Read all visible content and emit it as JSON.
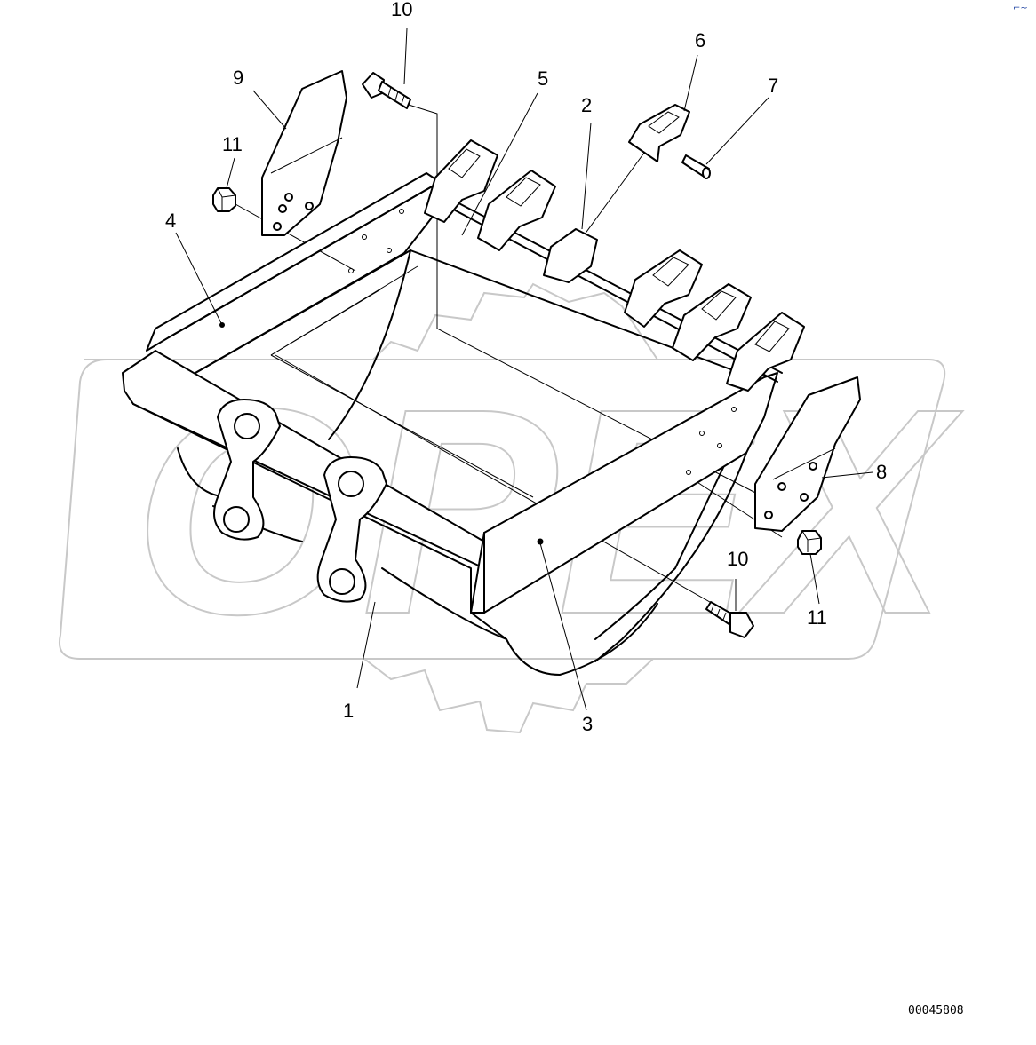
{
  "drawing_number": "00045808",
  "corner_mark": "⌐~",
  "watermark": "OPEX",
  "callouts": [
    {
      "id": "c1",
      "label": "1"
    },
    {
      "id": "c2",
      "label": "2"
    },
    {
      "id": "c3",
      "label": "3"
    },
    {
      "id": "c4",
      "label": "4"
    },
    {
      "id": "c5",
      "label": "5"
    },
    {
      "id": "c6",
      "label": "6"
    },
    {
      "id": "c7",
      "label": "7"
    },
    {
      "id": "c8",
      "label": "8"
    },
    {
      "id": "c9",
      "label": "9"
    },
    {
      "id": "c10a",
      "label": "10"
    },
    {
      "id": "c10b",
      "label": "10"
    },
    {
      "id": "c11a",
      "label": "11"
    },
    {
      "id": "c11b",
      "label": "11"
    }
  ]
}
